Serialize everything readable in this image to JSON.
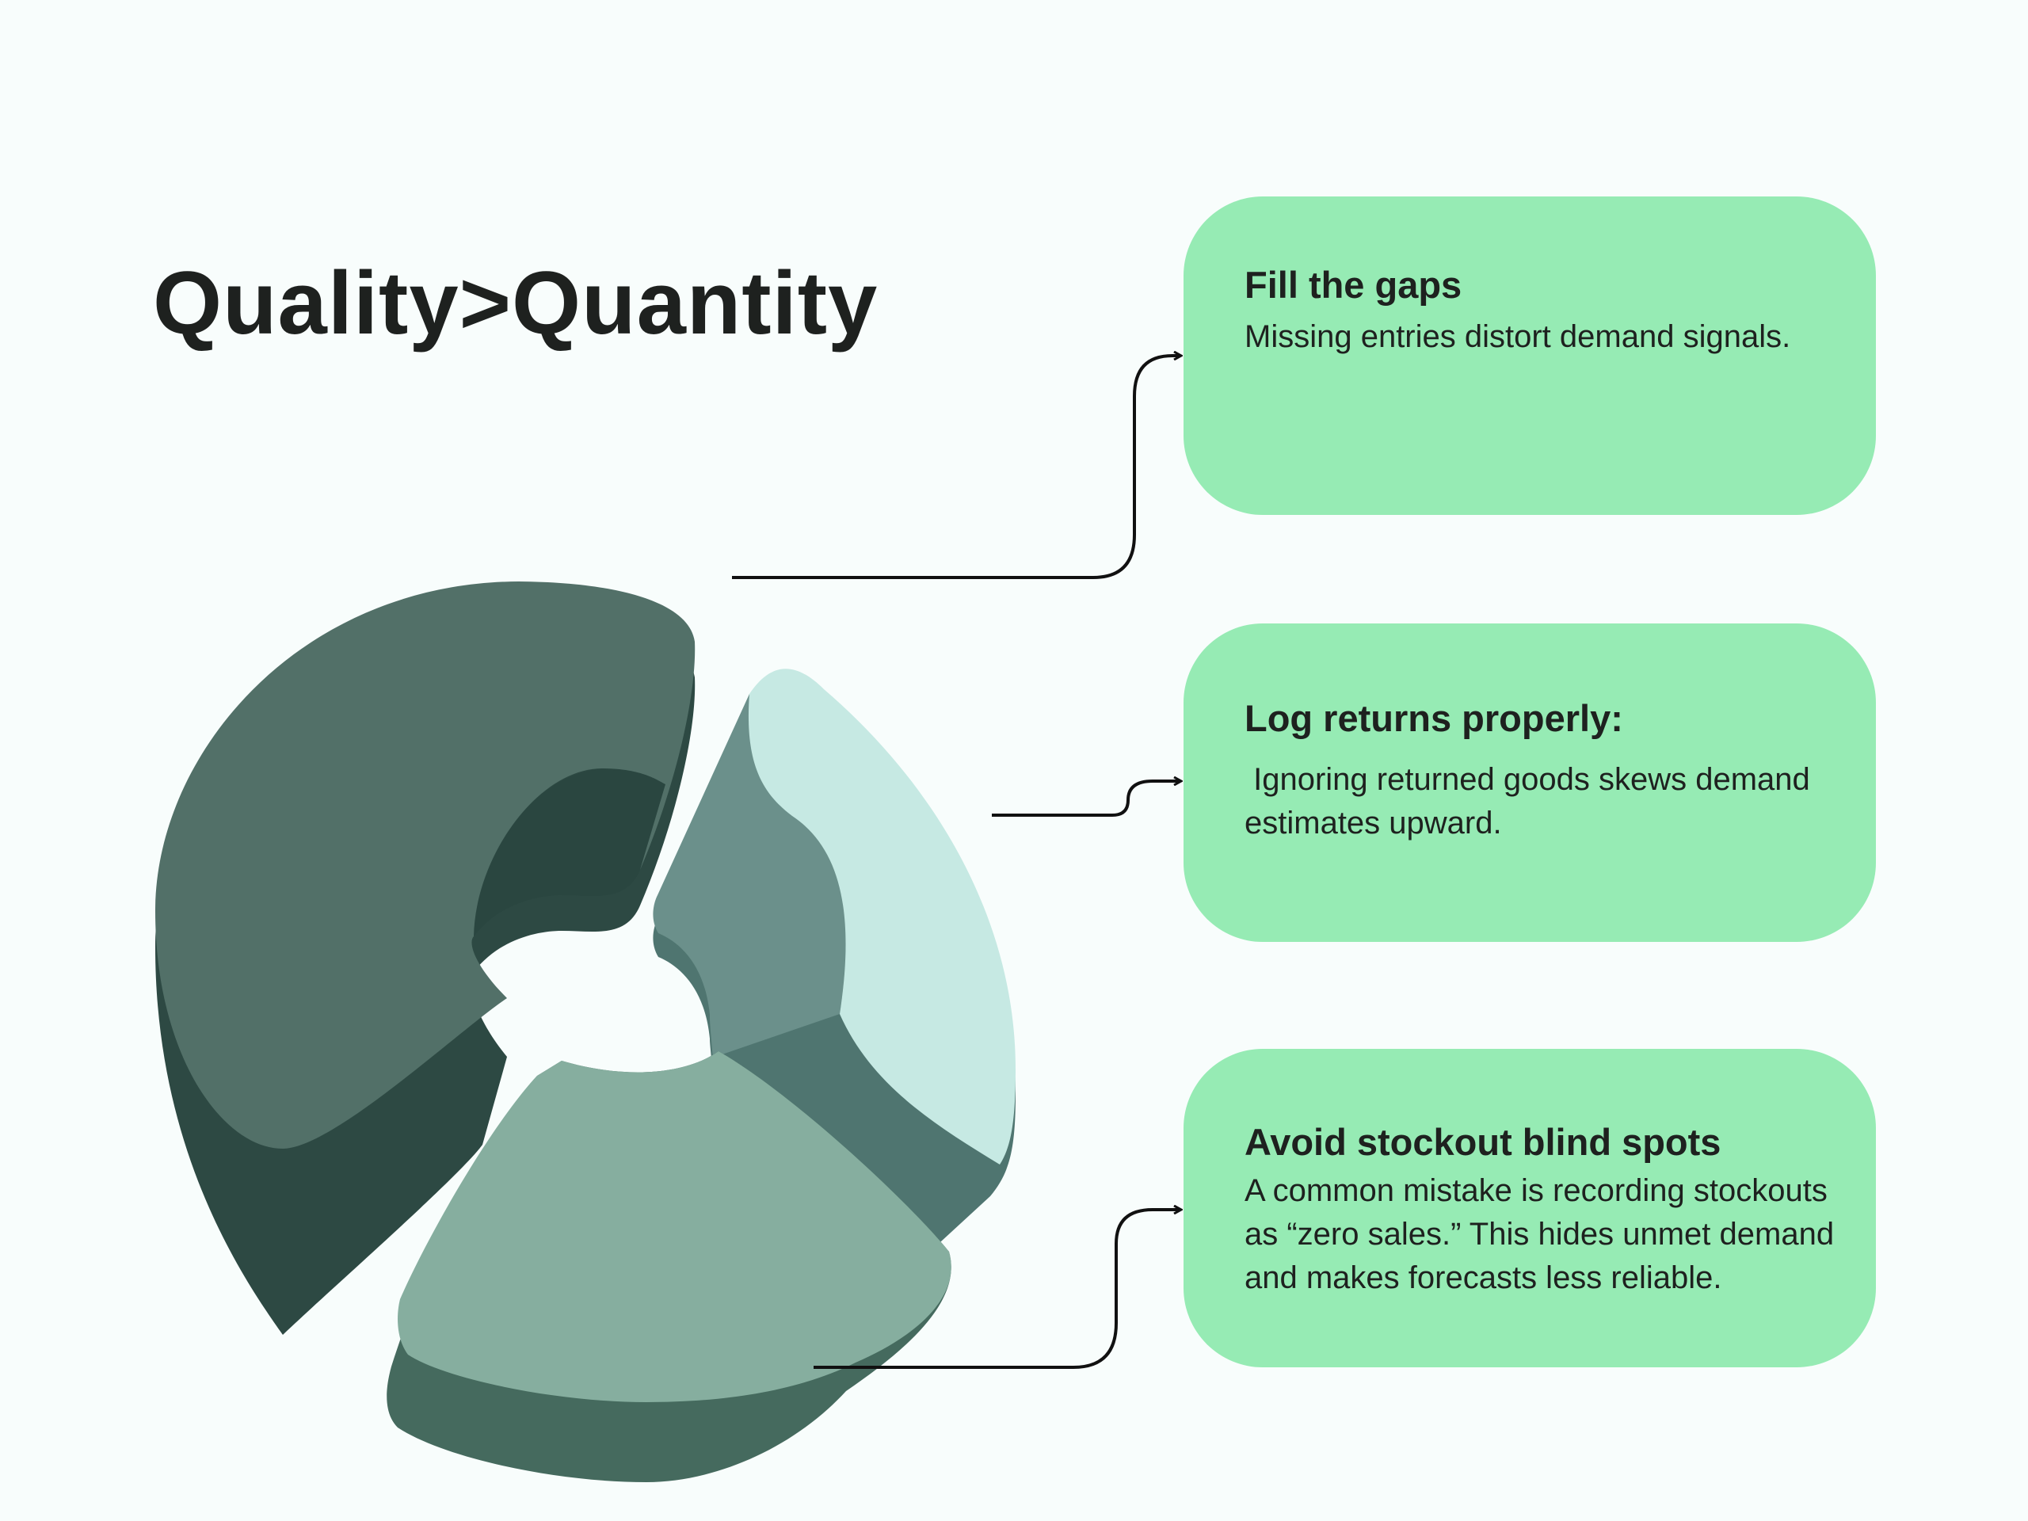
{
  "title": "Quality>Quantity",
  "cards": [
    {
      "heading": "Fill the gaps",
      "body": "Missing entries distort demand signals."
    },
    {
      "heading": "Log returns properly:",
      "body": " Ignoring returned goods skews demand estimates upward."
    },
    {
      "heading": "Avoid stockout blind spots",
      "body": "A common mistake is recording stockouts as “zero sales.” This hides unmet demand and makes forecasts less reliable."
    }
  ],
  "colors": {
    "background": "#f8fdfc",
    "card": "#96ebb4",
    "segment_dark": "#527068",
    "segment_mid": "#86ae9f",
    "segment_light": "#c6e9e3"
  }
}
